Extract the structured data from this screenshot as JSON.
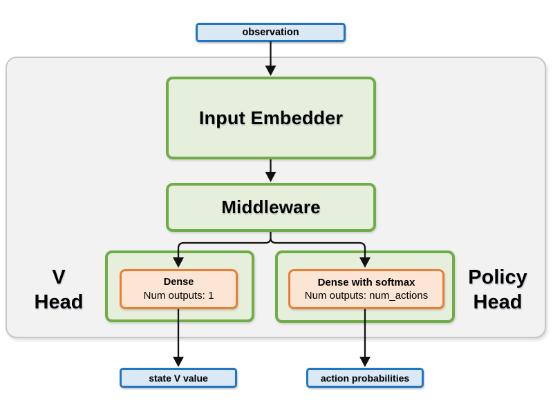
{
  "diagram": {
    "observation_label": "observation",
    "input_embedder_label": "Input Embedder",
    "middleware_label": "Middleware",
    "v_head": {
      "group_label_line1": "V",
      "group_label_line2": "Head",
      "dense_title": "Dense",
      "dense_detail": "Num outputs: 1",
      "output_label": "state V value"
    },
    "policy_head": {
      "group_label_line1": "Policy",
      "group_label_line2": "Head",
      "dense_title": "Dense with softmax",
      "dense_detail": "Num outputs: num_actions",
      "output_label": "action probabilities"
    }
  },
  "colors": {
    "green_node_fill": "#e6efdc",
    "green_node_border": "#70ad47",
    "orange_node_fill": "#fce5d5",
    "orange_node_border": "#ed7d31",
    "blue_node_fill": "#dbe9f7",
    "blue_node_border": "#2074c4",
    "container_fill": "#f2f2f2",
    "container_border": "#c6c6c6",
    "arrow": "#111111",
    "text": "#000000"
  }
}
